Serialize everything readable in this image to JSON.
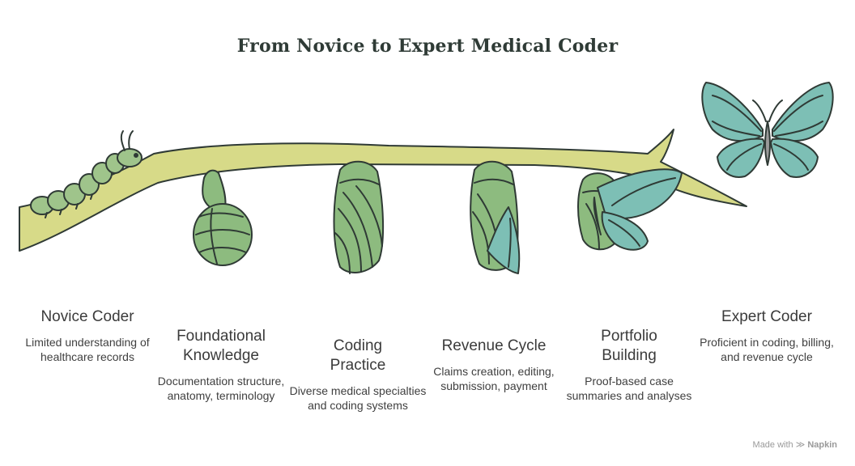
{
  "title": "From Novice to Expert Medical Coder",
  "stages": [
    {
      "title": "Novice Coder",
      "description": "Limited understanding of healthcare records"
    },
    {
      "title": "Foundational Knowledge",
      "description": "Documentation structure, anatomy, terminology"
    },
    {
      "title": "Coding Practice",
      "description": "Diverse medical specialties and coding systems"
    },
    {
      "title": "Revenue Cycle",
      "description": "Claims creation, editing, submission, payment"
    },
    {
      "title": "Portfolio Building",
      "description": "Proof-based case summaries and analyses"
    },
    {
      "title": "Expert Coder",
      "description": "Proficient in coding, billing, and revenue cycle"
    }
  ],
  "footer": {
    "made_with": "Made with",
    "brand": "Napkin"
  },
  "colors": {
    "branch": "#d9dc8a",
    "caterpillar": "#9fc48b",
    "chrysalis": "#8dbb7f",
    "butterfly": "#7dbfb5",
    "outline": "#2f3a35"
  },
  "icons": [
    "caterpillar-icon",
    "pupa-icon",
    "chrysalis-icon",
    "emerging-chrysalis-icon",
    "emerging-butterfly-icon",
    "butterfly-icon"
  ]
}
